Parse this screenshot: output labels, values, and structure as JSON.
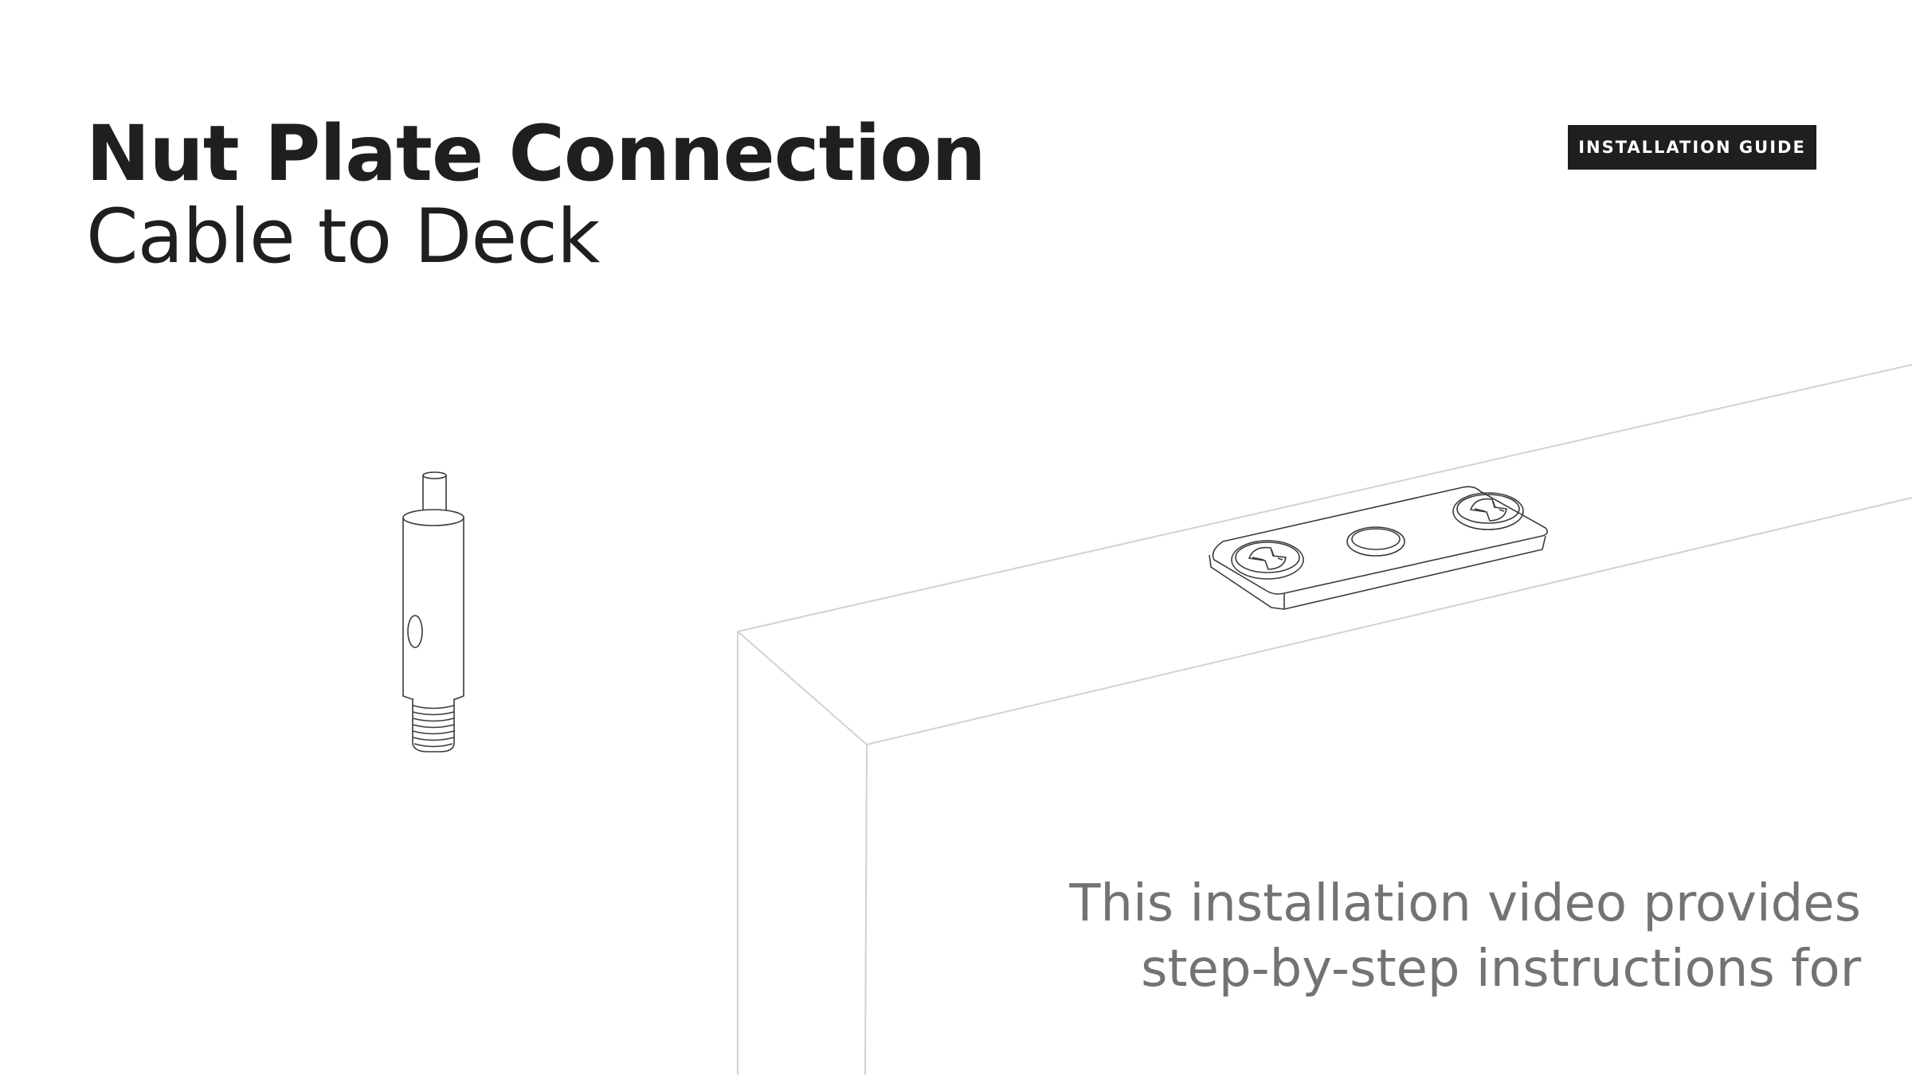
{
  "header": {
    "title": "Nut Plate Connection",
    "subtitle": "Cable to Deck"
  },
  "badge": {
    "label": "INSTALLATION GUIDE"
  },
  "caption": {
    "line1": "This installation video provides",
    "line2": "step-by-step instructions for"
  },
  "colors": {
    "text_dark": "#1f1f1f",
    "caption_gray": "#737373",
    "badge_background": "#1f1f1f",
    "outline_light": "#d2d2d2",
    "drawing_stroke": "#3a3a3a"
  },
  "illustration": {
    "icons": [
      "threaded-stud-icon",
      "deck-board-icon",
      "nut-plate-icon"
    ]
  }
}
